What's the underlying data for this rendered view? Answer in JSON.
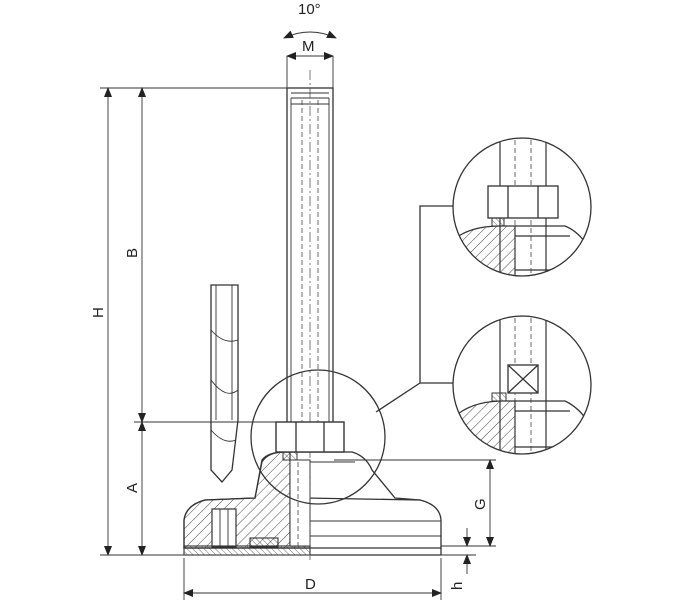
{
  "labels": {
    "angle": "10°",
    "M": "M",
    "H": "H",
    "B": "B",
    "A": "A",
    "G": "G",
    "D": "D",
    "h": "h"
  }
}
